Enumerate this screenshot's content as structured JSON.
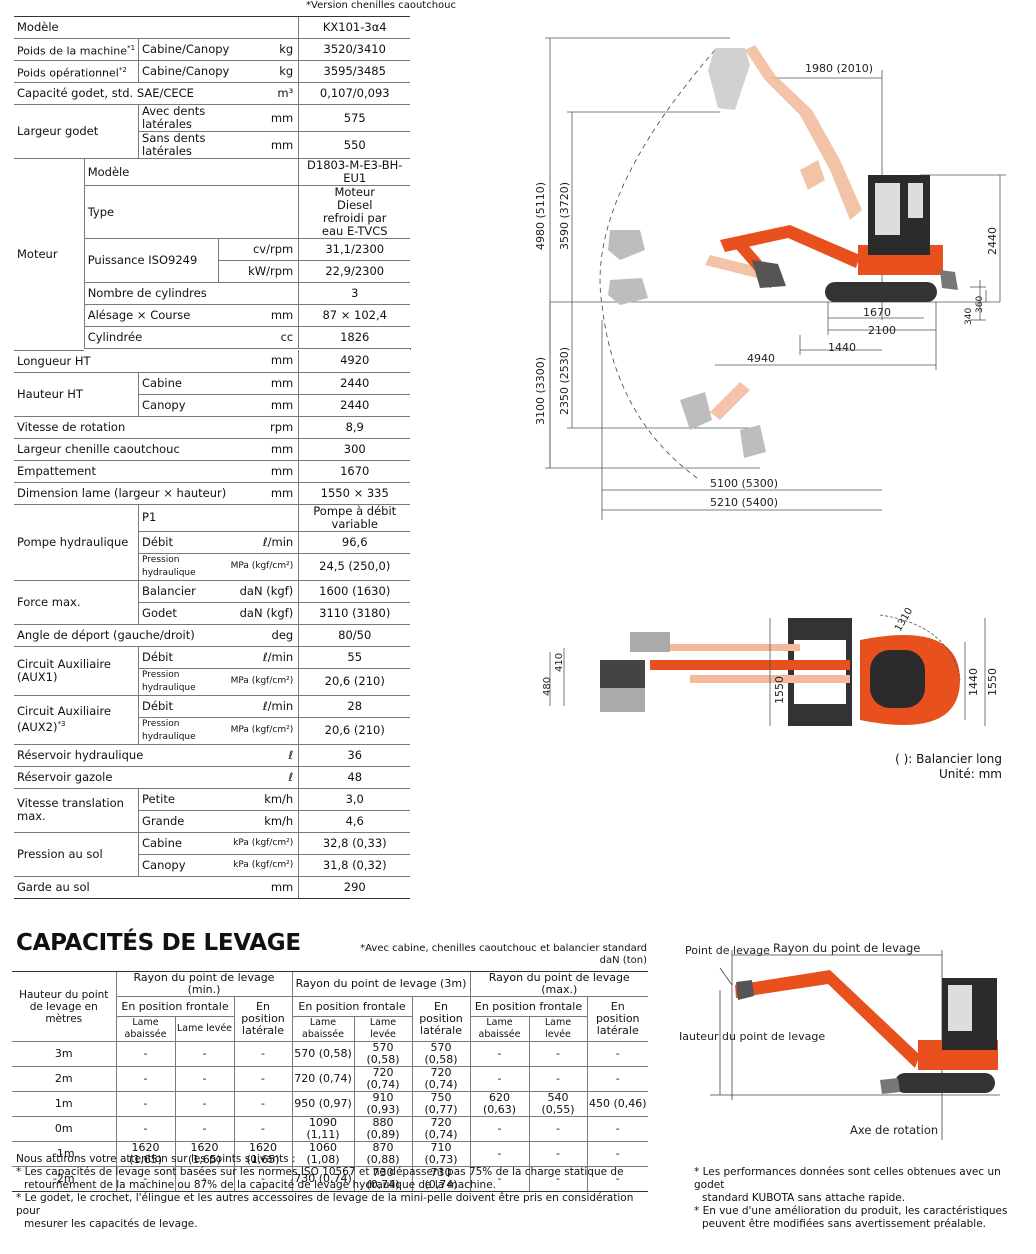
{
  "top_note": "*Version chenilles caoutchouc",
  "spec": {
    "model_label": "Modèle",
    "model_value": "KX101-3α4",
    "weight_label": "Poids de la machine",
    "weight_sup": "*1",
    "cabine_canopy": "Cabine/Canopy",
    "kg": "kg",
    "weight_value": "3520/3410",
    "opweight_label": "Poids opérationnel",
    "opweight_sup": "*2",
    "opweight_value": "3595/3485",
    "bucket_cap_label": "Capacité godet, std. SAE/CECE",
    "m3": "m³",
    "bucket_cap_value": "0,107/0,093",
    "bucket_width_label": "Largeur godet",
    "with_teeth": "Avec dents latérales",
    "without_teeth": "Sans dents latérales",
    "mm": "mm",
    "with_teeth_value": "575",
    "without_teeth_value": "550",
    "engine_label": "Moteur",
    "engine_model_label": "Modèle",
    "engine_model_value": "D1803-M-E3-BH-EU1",
    "engine_type_label": "Type",
    "engine_type_value": "Moteur Diesel refroidi par eau E-TVCS",
    "power_label": "Puissance ISO9249",
    "cv_rpm": "cv/rpm",
    "kw_rpm": "kW/rpm",
    "power_cv": "31,1/2300",
    "power_kw": "22,9/2300",
    "cylinders_label": "Nombre de cylindres",
    "cylinders_value": "3",
    "bore_label": "Alésage × Course",
    "bore_value": "87 × 102,4",
    "displacement_label": "Cylindrée",
    "cc": "cc",
    "displacement_value": "1826",
    "length_label": "Longueur HT",
    "length_value": "4920",
    "height_label": "Hauteur HT",
    "cabine": "Cabine",
    "canopy": "Canopy",
    "height_cabine": "2440",
    "height_canopy": "2440",
    "swing_label": "Vitesse de rotation",
    "rpm": "rpm",
    "swing_value": "8,9",
    "track_label": "Largeur chenille caoutchouc",
    "track_value": "300",
    "tumbler_label": "Empattement",
    "tumbler_value": "1670",
    "blade_label": "Dimension lame (largeur × hauteur)",
    "blade_value": "1550 × 335",
    "pump_label": "Pompe hydraulique",
    "p1": "P1",
    "p1_value": "Pompe à débit variable",
    "flow_label": "Débit",
    "lmin": "ℓ/min",
    "flow_value": "96,6",
    "pressure_label": "Pression hydraulique",
    "mpa": "MPa (kgf/cm²)",
    "pressure_value": "24,5 (250,0)",
    "force_label": "Force max.",
    "arm": "Balancier",
    "bucket": "Godet",
    "dan": "daN (kgf)",
    "arm_value": "1600 (1630)",
    "bucket_value": "3110 (3180)",
    "offset_label": "Angle de déport (gauche/droit)",
    "deg": "deg",
    "offset_value": "80/50",
    "aux1_label": "Circuit Auxiliaire (AUX1)",
    "aux1_flow": "55",
    "aux1_pressure": "20,6 (210)",
    "aux2_label": "Circuit Auxiliaire (AUX2)",
    "aux2_sup": "*3",
    "aux2_flow": "28",
    "aux2_pressure": "20,6 (210)",
    "hyd_tank_label": "Réservoir hydraulique",
    "l": "ℓ",
    "hyd_tank_value": "36",
    "fuel_tank_label": "Réservoir gazole",
    "fuel_tank_value": "48",
    "travel_label": "Vitesse translation max.",
    "low": "Petite",
    "high": "Grande",
    "kmh": "km/h",
    "travel_low": "3,0",
    "travel_high": "4,6",
    "ground_label": "Pression au sol",
    "kpa": "kPa (kgf/cm²)",
    "ground_cabine": "32,8 (0,33)",
    "ground_canopy": "31,8 (0,32)",
    "clearance_label": "Garde au sol",
    "clearance_value": "290"
  },
  "diagram": {
    "dims": [
      "1980 (2010)",
      "4980 (5110)",
      "3590 (3720)",
      "2440",
      "360",
      "340",
      "1670",
      "2100",
      "1440",
      "4940",
      "3100 (3300)",
      "2350 (2530)",
      "5100 (5300)",
      "5210 (5400)"
    ],
    "top_dims": [
      "1310",
      "480",
      "410",
      "1550",
      "1440",
      "1550"
    ],
    "legend_1": "( ): Balancier long",
    "legend_2": "Unité: mm",
    "colors": {
      "orange": "#e8501e",
      "light_orange": "#f2b99a",
      "grey": "#9a9a9a"
    }
  },
  "lift": {
    "title": "CAPACITÉS DE LEVAGE",
    "note_1": "*Avec cabine, chenilles caoutchouc et balancier standard",
    "note_2": "daN (ton)",
    "row_header": "Hauteur du point de levage en mètres",
    "group_min": "Rayon du point de levage (min.)",
    "group_3m": "Rayon du point de levage (3m)",
    "group_max": "Rayon du point de levage (max.)",
    "front": "En position frontale",
    "side": "En position latérale",
    "lowered": "Lame abaissée",
    "raised": "Lame levée",
    "rows": [
      {
        "h": "3m",
        "v": [
          "-",
          "-",
          "-",
          "570 (0,58)",
          "570 (0,58)",
          "570 (0,58)",
          "-",
          "-",
          "-"
        ]
      },
      {
        "h": "2m",
        "v": [
          "-",
          "-",
          "-",
          "720 (0,74)",
          "720 (0,74)",
          "720 (0,74)",
          "-",
          "-",
          "-"
        ]
      },
      {
        "h": "1m",
        "v": [
          "-",
          "-",
          "-",
          "950 (0,97)",
          "910 (0,93)",
          "750 (0,77)",
          "620 (0,63)",
          "540 (0,55)",
          "450 (0,46)"
        ]
      },
      {
        "h": "0m",
        "v": [
          "-",
          "-",
          "-",
          "1090 (1,11)",
          "880 (0,89)",
          "720 (0,74)",
          "-",
          "-",
          "-"
        ]
      },
      {
        "h": "-1m",
        "v": [
          "1620 (1,65)",
          "1620 (1,65)",
          "1620 (1,65)",
          "1060 (1,08)",
          "870 (0,88)",
          "710 (0,73)",
          "-",
          "-",
          "-"
        ]
      },
      {
        "h": "-2m",
        "v": [
          "-",
          "-",
          "-",
          "730 (0,74)",
          "730 (0,74)",
          "730 (0,74)",
          "-",
          "-",
          "-"
        ]
      }
    ],
    "diag_point": "Point de levage",
    "diag_radius": "Rayon du point de levage",
    "diag_height": "Hauteur du point de levage",
    "diag_axis": "Axe de rotation"
  },
  "footer": {
    "intro": "Nous attirons votre attention sur les points suivants :",
    "n1": "* Les capacités de levage sont basées sur les normes ISO 10567 et ne dépassent pas 75% de la charge statique de",
    "n1b": "retournement de la machine ou 87% de la capacité de levage hydraulique de la machine.",
    "n2": "* Le godet, le crochet, l'élingue et les autres accessoires de levage de la mini-pelle doivent être pris en considération pour",
    "n2b": "mesurer les capacités de levage.",
    "r1": "* Les performances données sont celles obtenues avec un godet",
    "r1b": "standard KUBOTA sans attache rapide.",
    "r2": "* En vue d'une amélioration du produit, les caractéristiques",
    "r2b": "peuvent être modifiées sans avertissement préalable."
  }
}
